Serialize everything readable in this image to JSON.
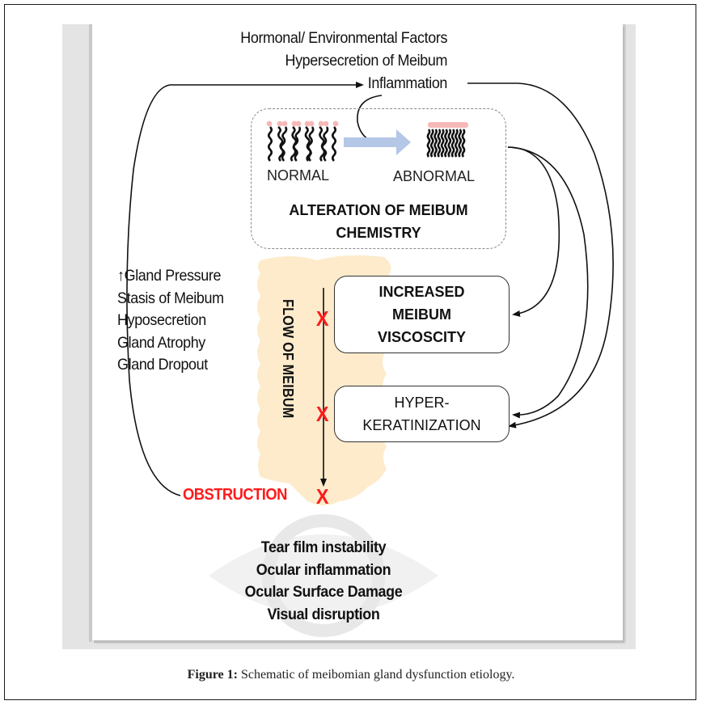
{
  "figure": {
    "caption_label": "Figure 1:",
    "caption_text": " Schematic of meibomian gland dysfunction etiology."
  },
  "diagram": {
    "factors": [
      "Hormonal/ Environmental Factors",
      "Hypersecretion of Meibum",
      "Inflammation"
    ],
    "chemistry": {
      "normal_label": "NORMAL",
      "abnormal_label": "ABNORMAL",
      "title_line1": "ALTERATION OF MEIBUM",
      "title_line2": "CHEMISTRY"
    },
    "gland_consequences": [
      "↑Gland Pressure",
      "Stasis of Meibum",
      "Hyposecretion",
      "Gland Atrophy",
      "Gland Dropout"
    ],
    "flow_label": "FLOW OF MEIBUM",
    "block_marker": "X",
    "viscosity_box": [
      "INCREASED",
      "MEIBUM",
      "VISCOSCITY"
    ],
    "keratinization_box": [
      "HYPER-",
      "KERATINIZATION"
    ],
    "obstruction_label": "OBSTRUCTION",
    "ocular_effects": [
      "Tear film instability",
      "Ocular inflammation",
      "Ocular Surface Damage",
      "Visual disruption"
    ],
    "colors": {
      "obstruction_red": "#ff1a1a",
      "gland_fill": "#fdebcc",
      "transition_arrow": "#b4c7e7",
      "lipid_head": "#f6b8b8",
      "eye_watermark": "#f0f0f0"
    }
  }
}
